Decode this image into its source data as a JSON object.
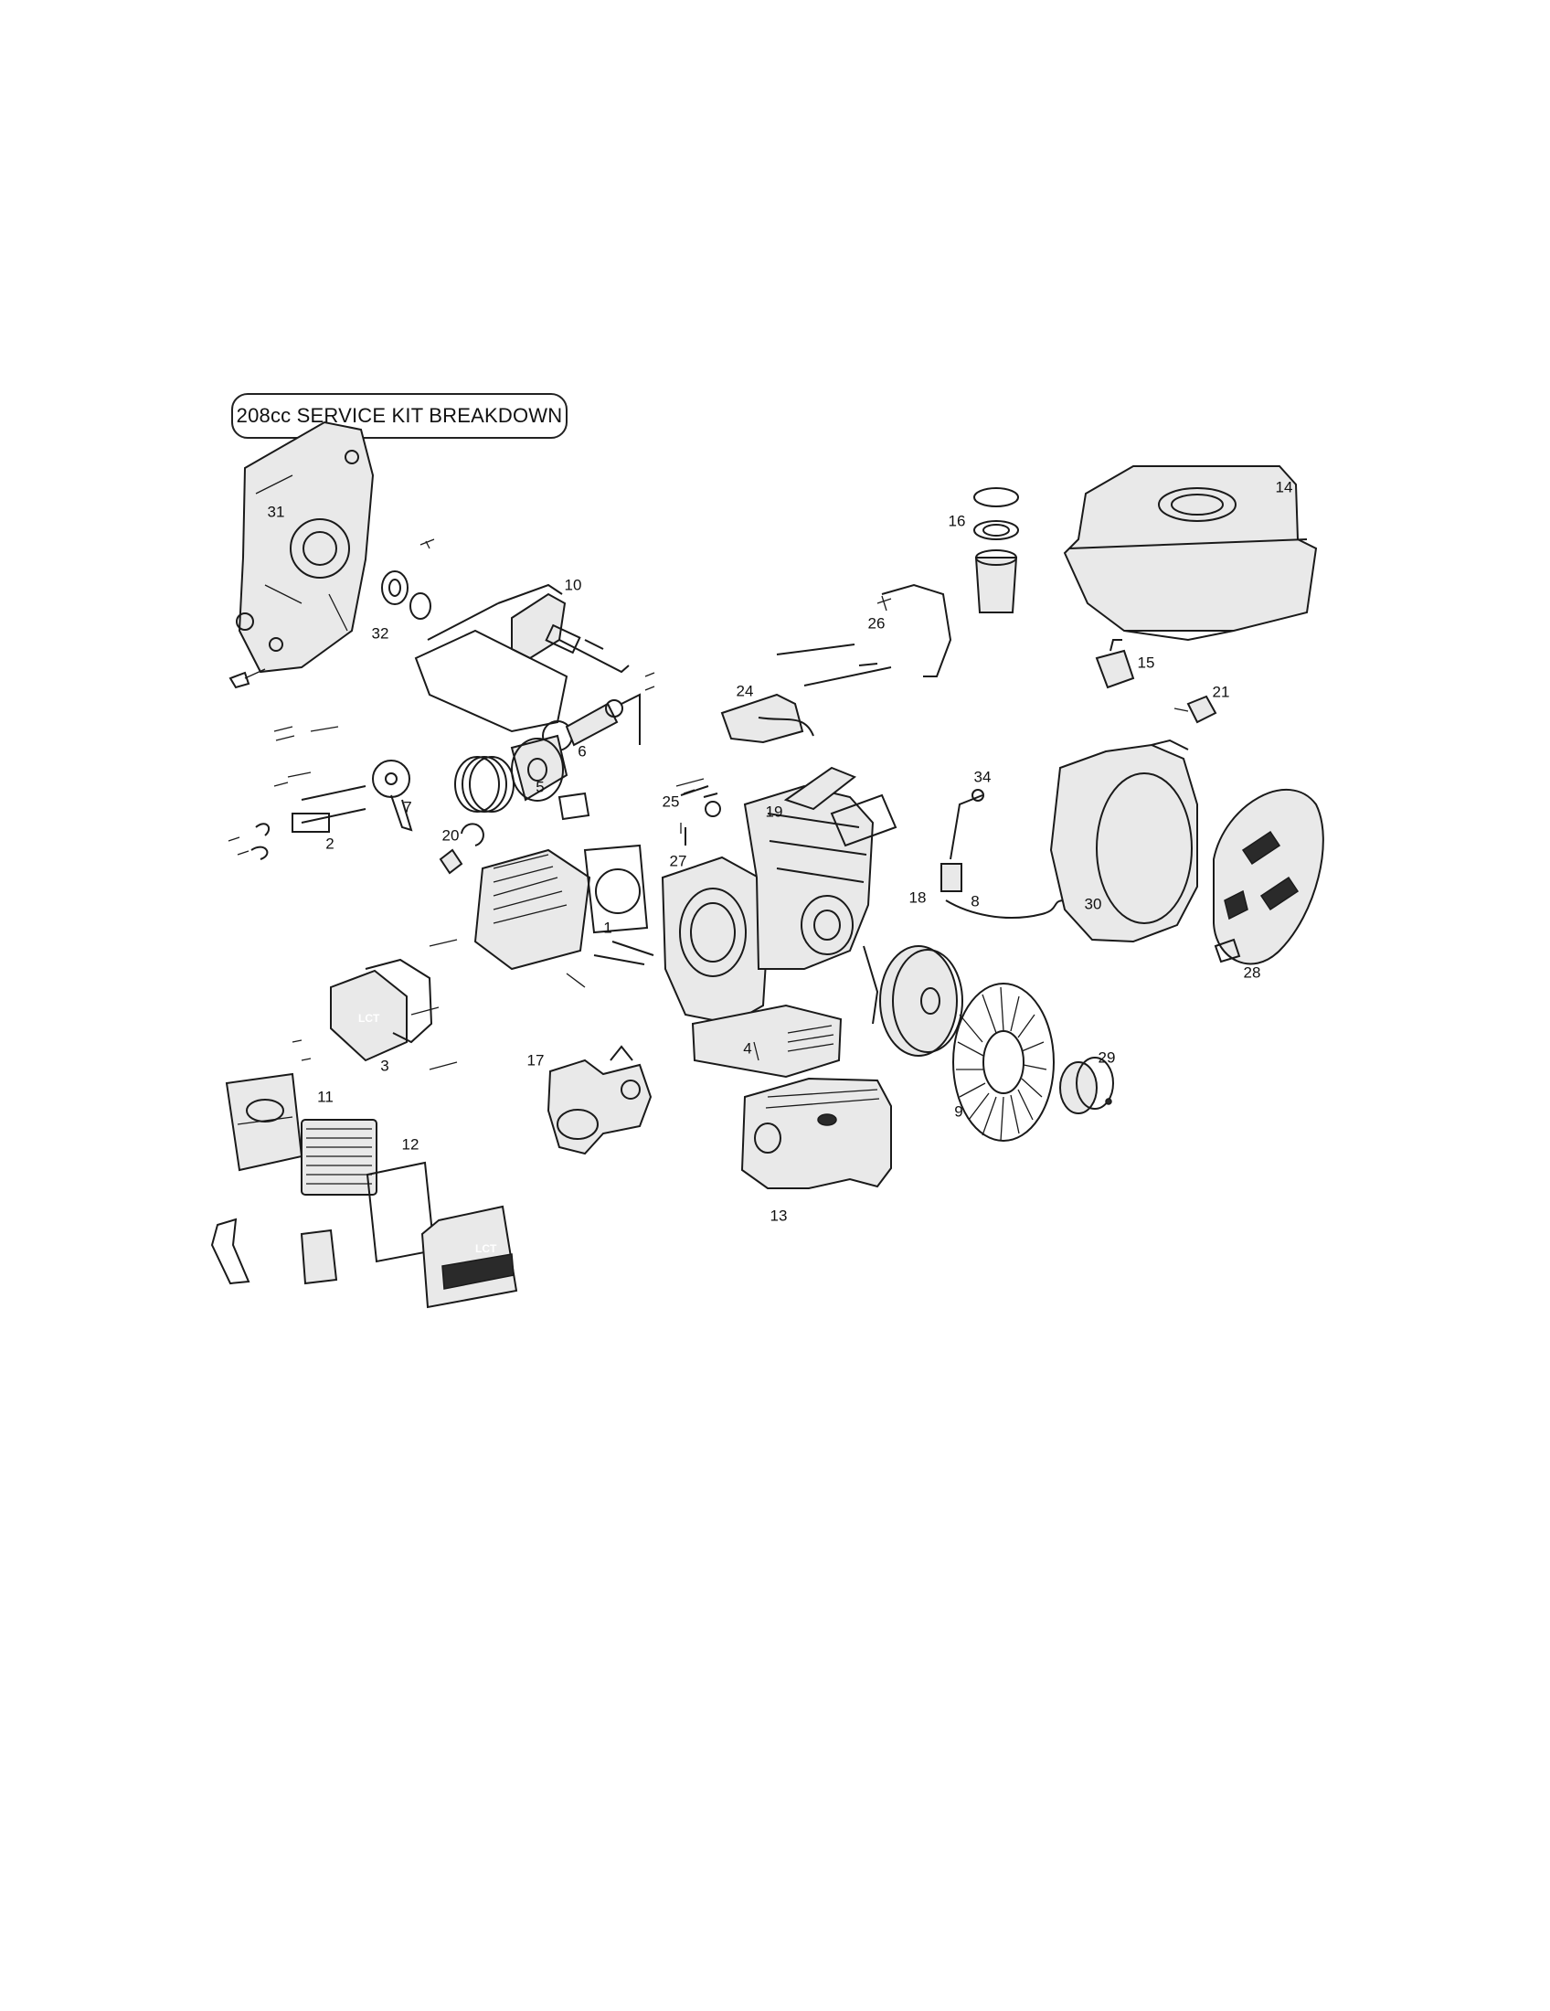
{
  "title": "208cc SERVICE KIT BREAKDOWN",
  "brand_mark": "LCT",
  "callouts": [
    "1",
    "2",
    "3",
    "4",
    "5",
    "6",
    "7",
    "8",
    "9",
    "10",
    "11",
    "12",
    "13",
    "14",
    "15",
    "16",
    "17",
    "18",
    "19",
    "20",
    "21",
    "24",
    "25",
    "26",
    "27",
    "28",
    "29",
    "30",
    "31",
    "32",
    "34"
  ],
  "colors": {
    "ink": "#1a1a1a",
    "paper": "#ffffff",
    "shade": "#e9e9e9"
  }
}
